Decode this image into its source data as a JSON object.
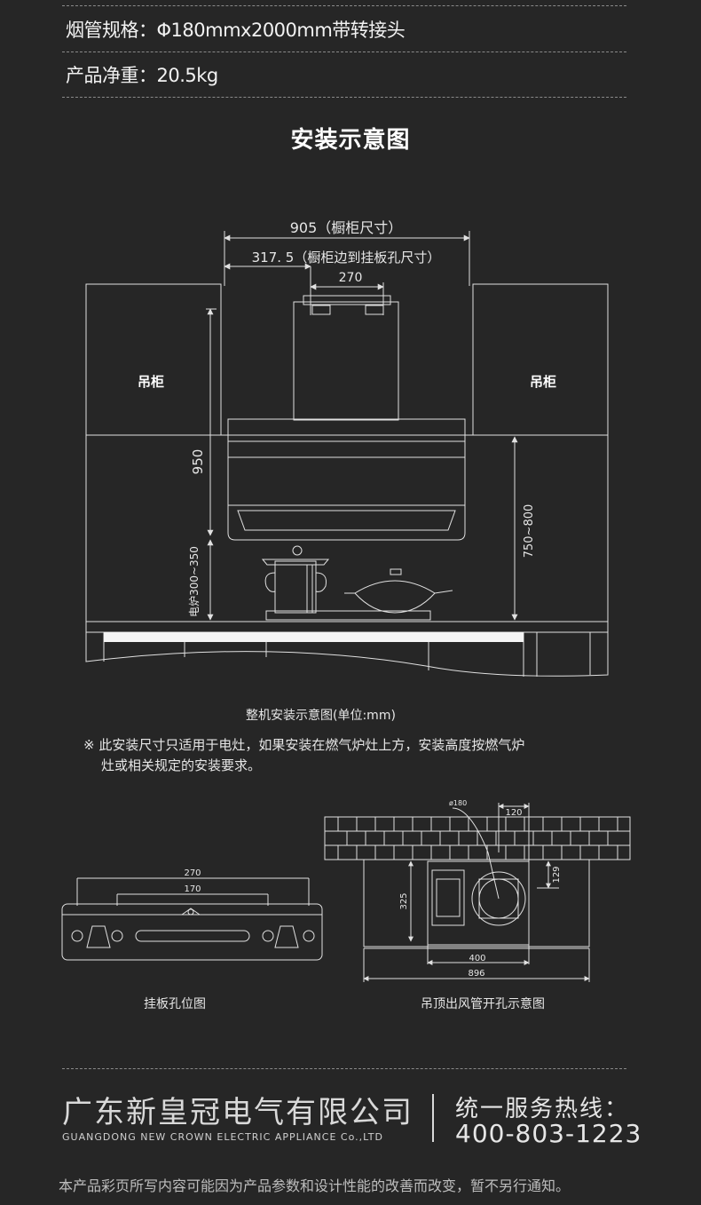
{
  "specs": {
    "duct": "烟管规格：Φ180mmx2000mm带转接头",
    "weight": "产品净重：20.5kg"
  },
  "section_title": "安装示意图",
  "main_diagram": {
    "dim_cabinet": "905（橱柜尺寸）",
    "dim_edge": "317. 5（橱柜边到挂板孔尺寸）",
    "dim_hole": "270",
    "cabinet_left": "吊柜",
    "cabinet_right": "吊柜",
    "dim_height": "950",
    "dim_stove": "电炉300~350",
    "dim_install": "750~800",
    "caption": "整机安装示意图(单位:mm)"
  },
  "note": {
    "line1": "※ 此安装尺寸只适用于电灶，如果安装在燃气炉灶上方，安装高度按燃气炉",
    "line2": "灶或相关规定的安装要求。"
  },
  "plate_diagram": {
    "dim_outer": "270",
    "dim_inner": "170",
    "caption": "挂板孔位图"
  },
  "duct_diagram": {
    "dim_pipe": "ø180",
    "dim_offset": "120",
    "dim_gap": "129",
    "dim_depth": "325",
    "dim_width_inner": "400",
    "dim_width_outer": "896",
    "caption": "吊顶出风管开孔示意图"
  },
  "footer": {
    "company": "广东新皇冠电气有限公司",
    "company_en": "GUANGDONG NEW CROWN ELECTRIC APPLIANCE Co.,LTD",
    "hotline_label": "统一服务热线：",
    "hotline_number": "400-803-1223",
    "disclaimer": "本产品彩页所写内容可能因为产品参数和设计性能的改善而改变，暂不另行通知。"
  },
  "colors": {
    "background": "#262626",
    "line": "#e0e0e0",
    "counter": "#f5f5f5"
  }
}
